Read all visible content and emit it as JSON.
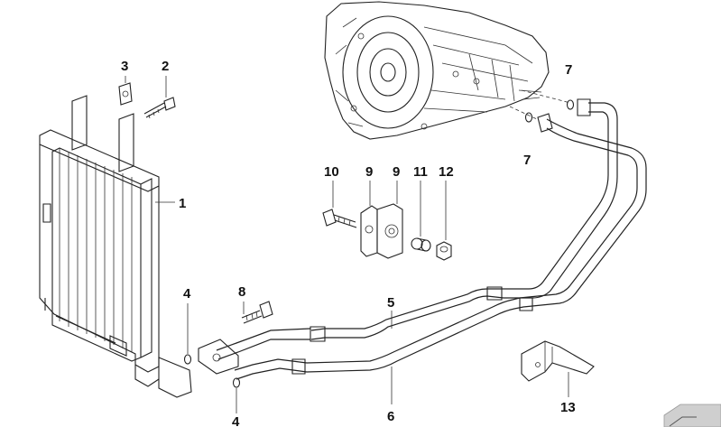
{
  "diagram": {
    "callouts": [
      {
        "id": "c1",
        "label": "1"
      },
      {
        "id": "c2",
        "label": "2"
      },
      {
        "id": "c3",
        "label": "3"
      },
      {
        "id": "c4a",
        "label": "4"
      },
      {
        "id": "c4b",
        "label": "4"
      },
      {
        "id": "c5",
        "label": "5"
      },
      {
        "id": "c6",
        "label": "6"
      },
      {
        "id": "c7a",
        "label": "7"
      },
      {
        "id": "c7b",
        "label": "7"
      },
      {
        "id": "c8",
        "label": "8"
      },
      {
        "id": "c9a",
        "label": "9"
      },
      {
        "id": "c9b",
        "label": "9"
      },
      {
        "id": "c10",
        "label": "10"
      },
      {
        "id": "c11",
        "label": "11"
      },
      {
        "id": "c12",
        "label": "12"
      },
      {
        "id": "c13",
        "label": "13"
      }
    ]
  },
  "colors": {
    "ink": "#222222",
    "background": "#ffffff",
    "corner_tab": "#cfcfcf"
  }
}
